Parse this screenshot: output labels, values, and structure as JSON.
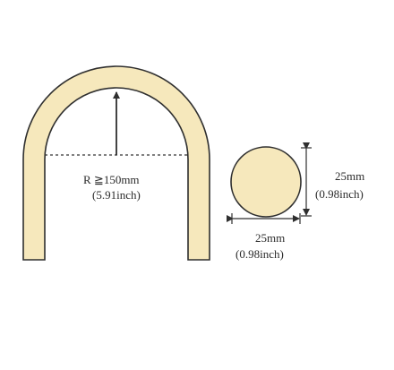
{
  "colors": {
    "fill": "#F6E8BC",
    "stroke": "#2F2F2F",
    "background": "#FFFFFF"
  },
  "labels": {
    "radius": "R ≧150mm",
    "radius_inch": "(5.91inch)",
    "height": "25mm",
    "height_inch": "(0.98inch)",
    "width": "25mm",
    "width_inch": "(0.98inch)"
  }
}
